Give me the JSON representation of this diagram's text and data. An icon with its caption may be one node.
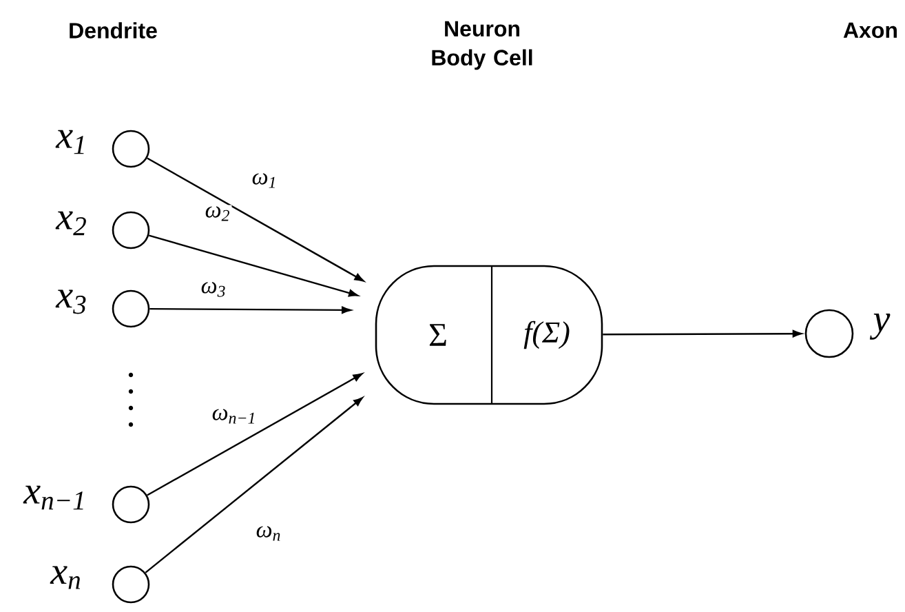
{
  "diagram": {
    "nodes": [
      {
        "text": [],
        "shape": "circle",
        "beside": [
          "x$_{1}$"
        ]
      },
      {
        "text": [],
        "shape": "circle",
        "beside": [
          "x$_{2}$"
        ]
      },
      {
        "text": [],
        "shape": "circle",
        "beside": [
          "x$_{3}$"
        ]
      },
      {
        "text": [],
        "shape": "circle",
        "beside": [
          "x$_{n−1}$"
        ]
      },
      {
        "text": [],
        "shape": "circle",
        "beside": [
          "x$_{n}$"
        ]
      },
      {
        "text": [
          "Σ",
          "f(Σ)"
        ]
      },
      {
        "text": [],
        "shape": "circle",
        "beside": [
          "y"
        ]
      }
    ],
    "edges": [
      {
        "from": 0,
        "to": 5,
        "arrow": "to",
        "label": "ω$_{1}$"
      },
      {
        "from": 1,
        "to": 5,
        "arrow": "to",
        "label": "ω$_{2}$"
      },
      {
        "from": 2,
        "to": 5,
        "arrow": "to",
        "label": "ω$_{3}$"
      },
      {
        "from": 3,
        "to": 5,
        "arrow": "to",
        "label": "ω$_{n−1}$"
      },
      {
        "from": 4,
        "to": 5,
        "arrow": "to",
        "label": "ω$_{n}$"
      },
      {
        "from": 5,
        "to": 6,
        "arrow": "to"
      }
    ],
    "labels": [
      "Dendrite",
      "Neuron Body Cell",
      "Axon"
    ]
  }
}
